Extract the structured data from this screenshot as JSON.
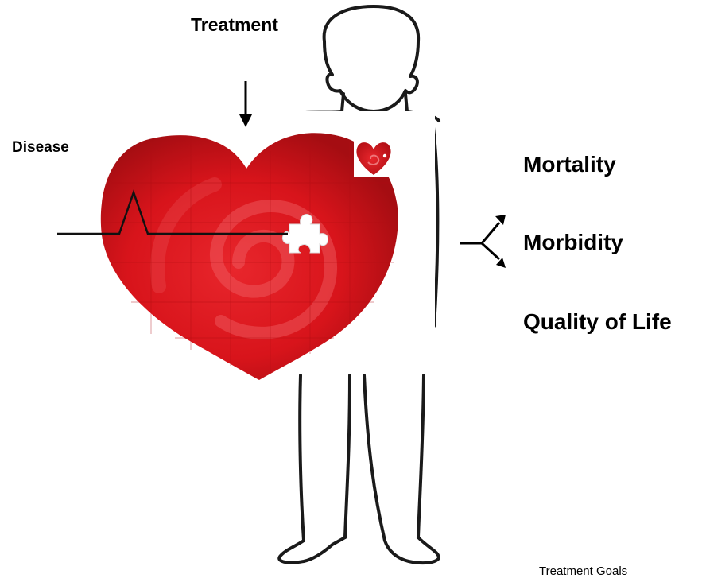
{
  "labels": {
    "treatment": "Treatment",
    "disease": "Disease",
    "outcomes": [
      "Mortality",
      "Morbidity",
      "Quality of Life"
    ],
    "caption": "Treatment Goals"
  },
  "colors": {
    "heart_red": "#d8141b",
    "heart_dark": "#a50d12",
    "outline": "#1a1a1a",
    "text": "#000000"
  },
  "icons": {
    "figure": "person-outline-icon",
    "heart": "puzzle-heart-icon",
    "missing_piece": "puzzle-piece-icon",
    "small_heart": "small-heart-icon",
    "arrow_down": "arrow-down-icon",
    "fork_arrow": "fork-arrow-icon",
    "pulse": "heartbeat-line-icon"
  }
}
